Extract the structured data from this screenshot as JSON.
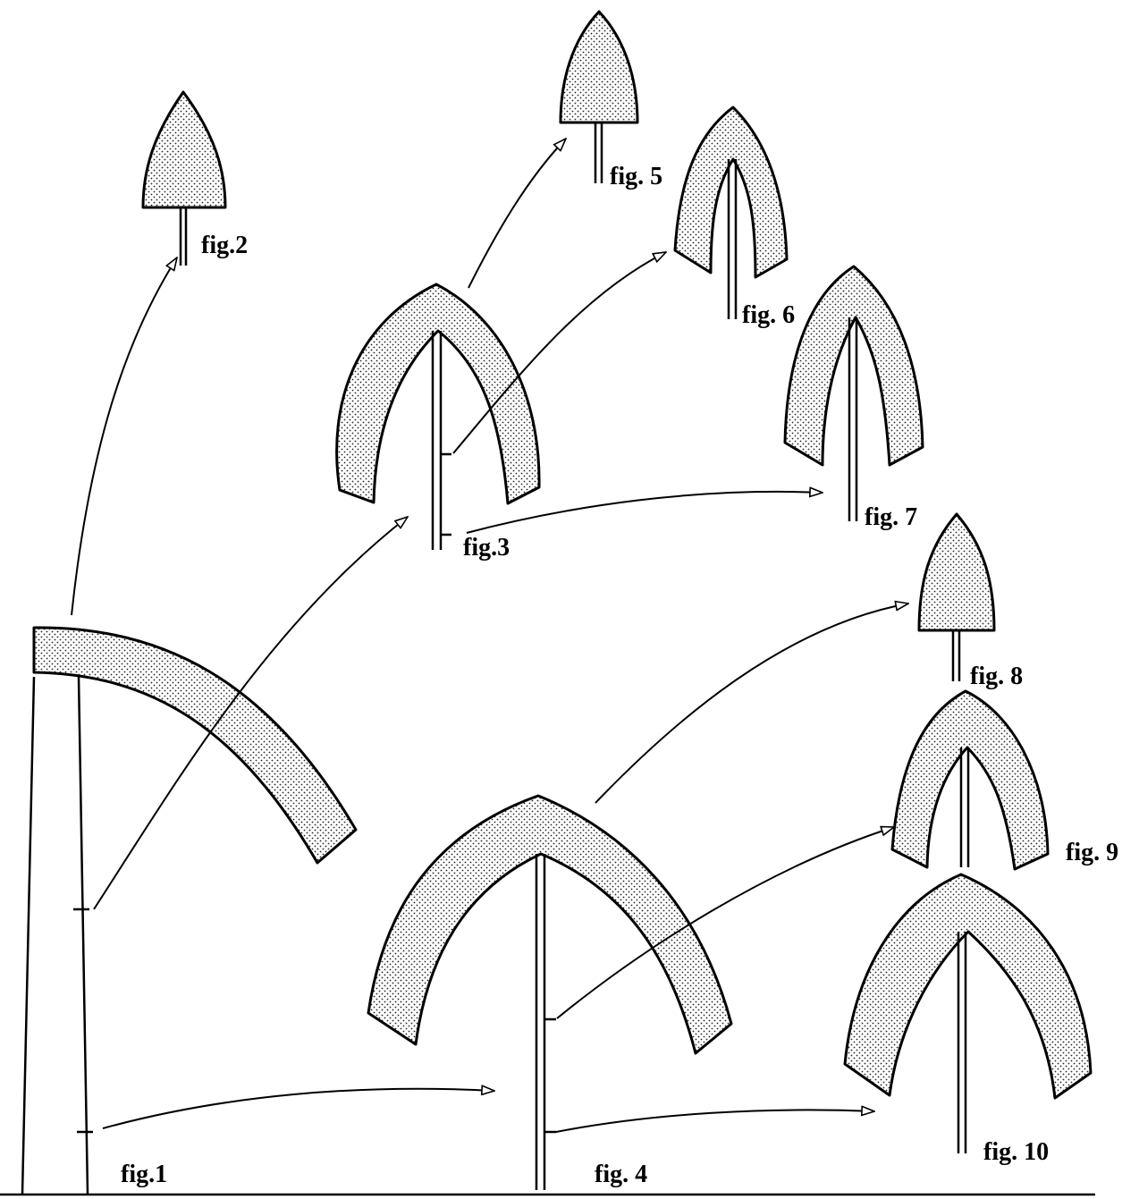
{
  "figure_labels": {
    "fig1": "fig.1",
    "fig2": "fig.2",
    "fig3": "fig.3",
    "fig4": "fig. 4",
    "fig5": "fig. 5",
    "fig6": "fig. 6",
    "fig7": "fig. 7",
    "fig8": "fig. 8",
    "fig9": "fig. 9",
    "fig10": "fig. 10"
  }
}
